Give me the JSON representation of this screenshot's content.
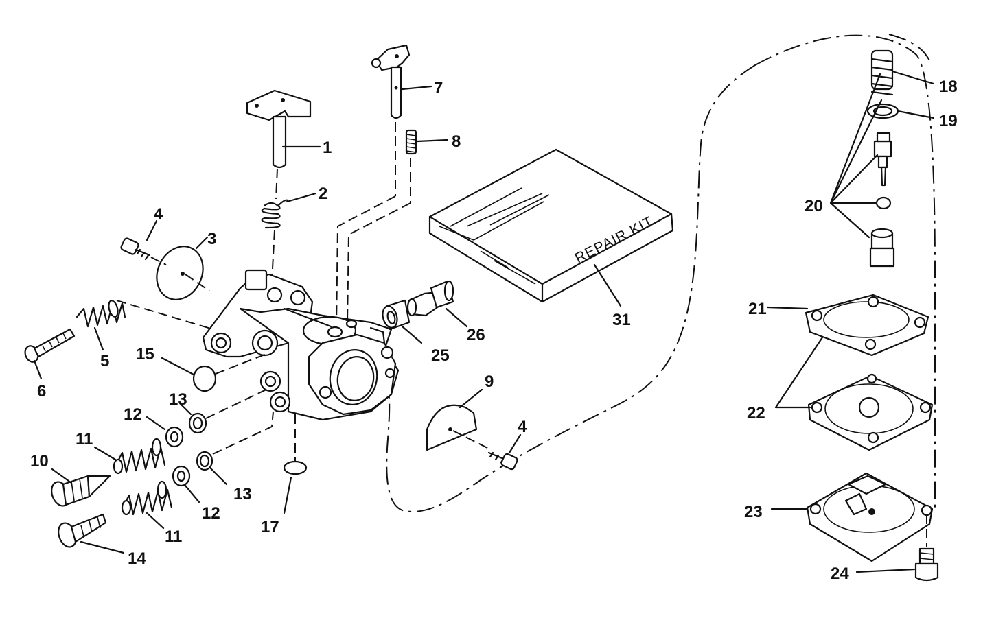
{
  "kit_text": "REPAIR KIT",
  "labels": {
    "l1": "1",
    "l2": "2",
    "l3": "3",
    "l4a": "4",
    "l4b": "4",
    "l5": "5",
    "l6": "6",
    "l7": "7",
    "l8": "8",
    "l9": "9",
    "l10": "10",
    "l11a": "11",
    "l11b": "11",
    "l12a": "12",
    "l12b": "12",
    "l13a": "13",
    "l13b": "13",
    "l14": "14",
    "l15": "15",
    "l17": "17",
    "l18": "18",
    "l19": "19",
    "l20": "20",
    "l21": "21",
    "l22": "22",
    "l23": "23",
    "l24": "24",
    "l25": "25",
    "l26": "26",
    "l31": "31"
  }
}
